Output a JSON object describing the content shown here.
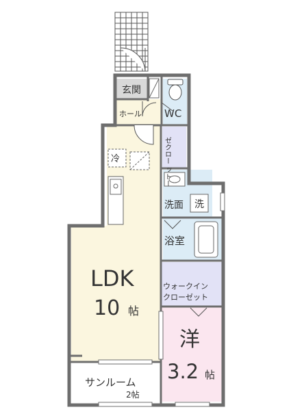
{
  "rooms": {
    "genkan": "玄関",
    "hall": "ホール",
    "wc": "WC",
    "closet": "ゼクロー\nットー",
    "fridge": "冷",
    "washroom": "洗面",
    "washer": "洗",
    "bath": "浴室",
    "ldk_name": "LDK",
    "ldk_size": "10",
    "ldk_unit": "帖",
    "wic_line1": "ウォークイン",
    "wic_line2": "クローゼット",
    "bedroom_name": "洋",
    "bedroom_size": "3.2",
    "bedroom_unit": "帖",
    "sunroom_name": "サンルーム",
    "sunroom_size": "2帖"
  },
  "colors": {
    "ldk": "#fbf6df",
    "bedroom": "#fbe6ef",
    "wet": "#dcecf6",
    "closet": "#e2e2f6",
    "wall": "#6e6e6e",
    "genkan": "#d9d9d9",
    "hall": "#fbf6df"
  }
}
